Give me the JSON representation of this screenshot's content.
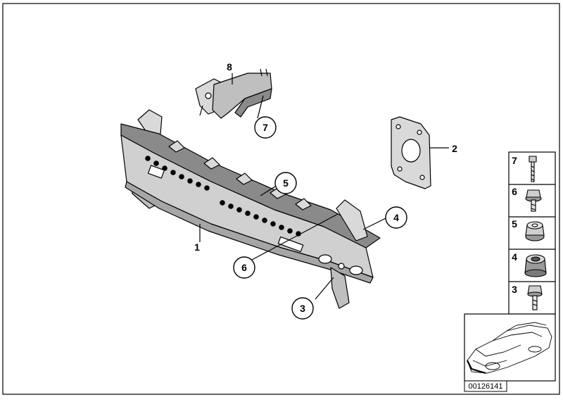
{
  "diagram": {
    "callouts": {
      "part_1": "1",
      "part_2": "2",
      "part_3": "3",
      "part_4": "4",
      "part_5": "5",
      "part_6": "6",
      "part_7": "7",
      "part_8": "8"
    },
    "legend": [
      {
        "number": "7",
        "part": "screw"
      },
      {
        "number": "6",
        "part": "hex-bolt-with-washer"
      },
      {
        "number": "5",
        "part": "hex-nut"
      },
      {
        "number": "4",
        "part": "rubber-buffer"
      },
      {
        "number": "3",
        "part": "hex-bolt"
      }
    ],
    "diagram_id": "00126141"
  }
}
